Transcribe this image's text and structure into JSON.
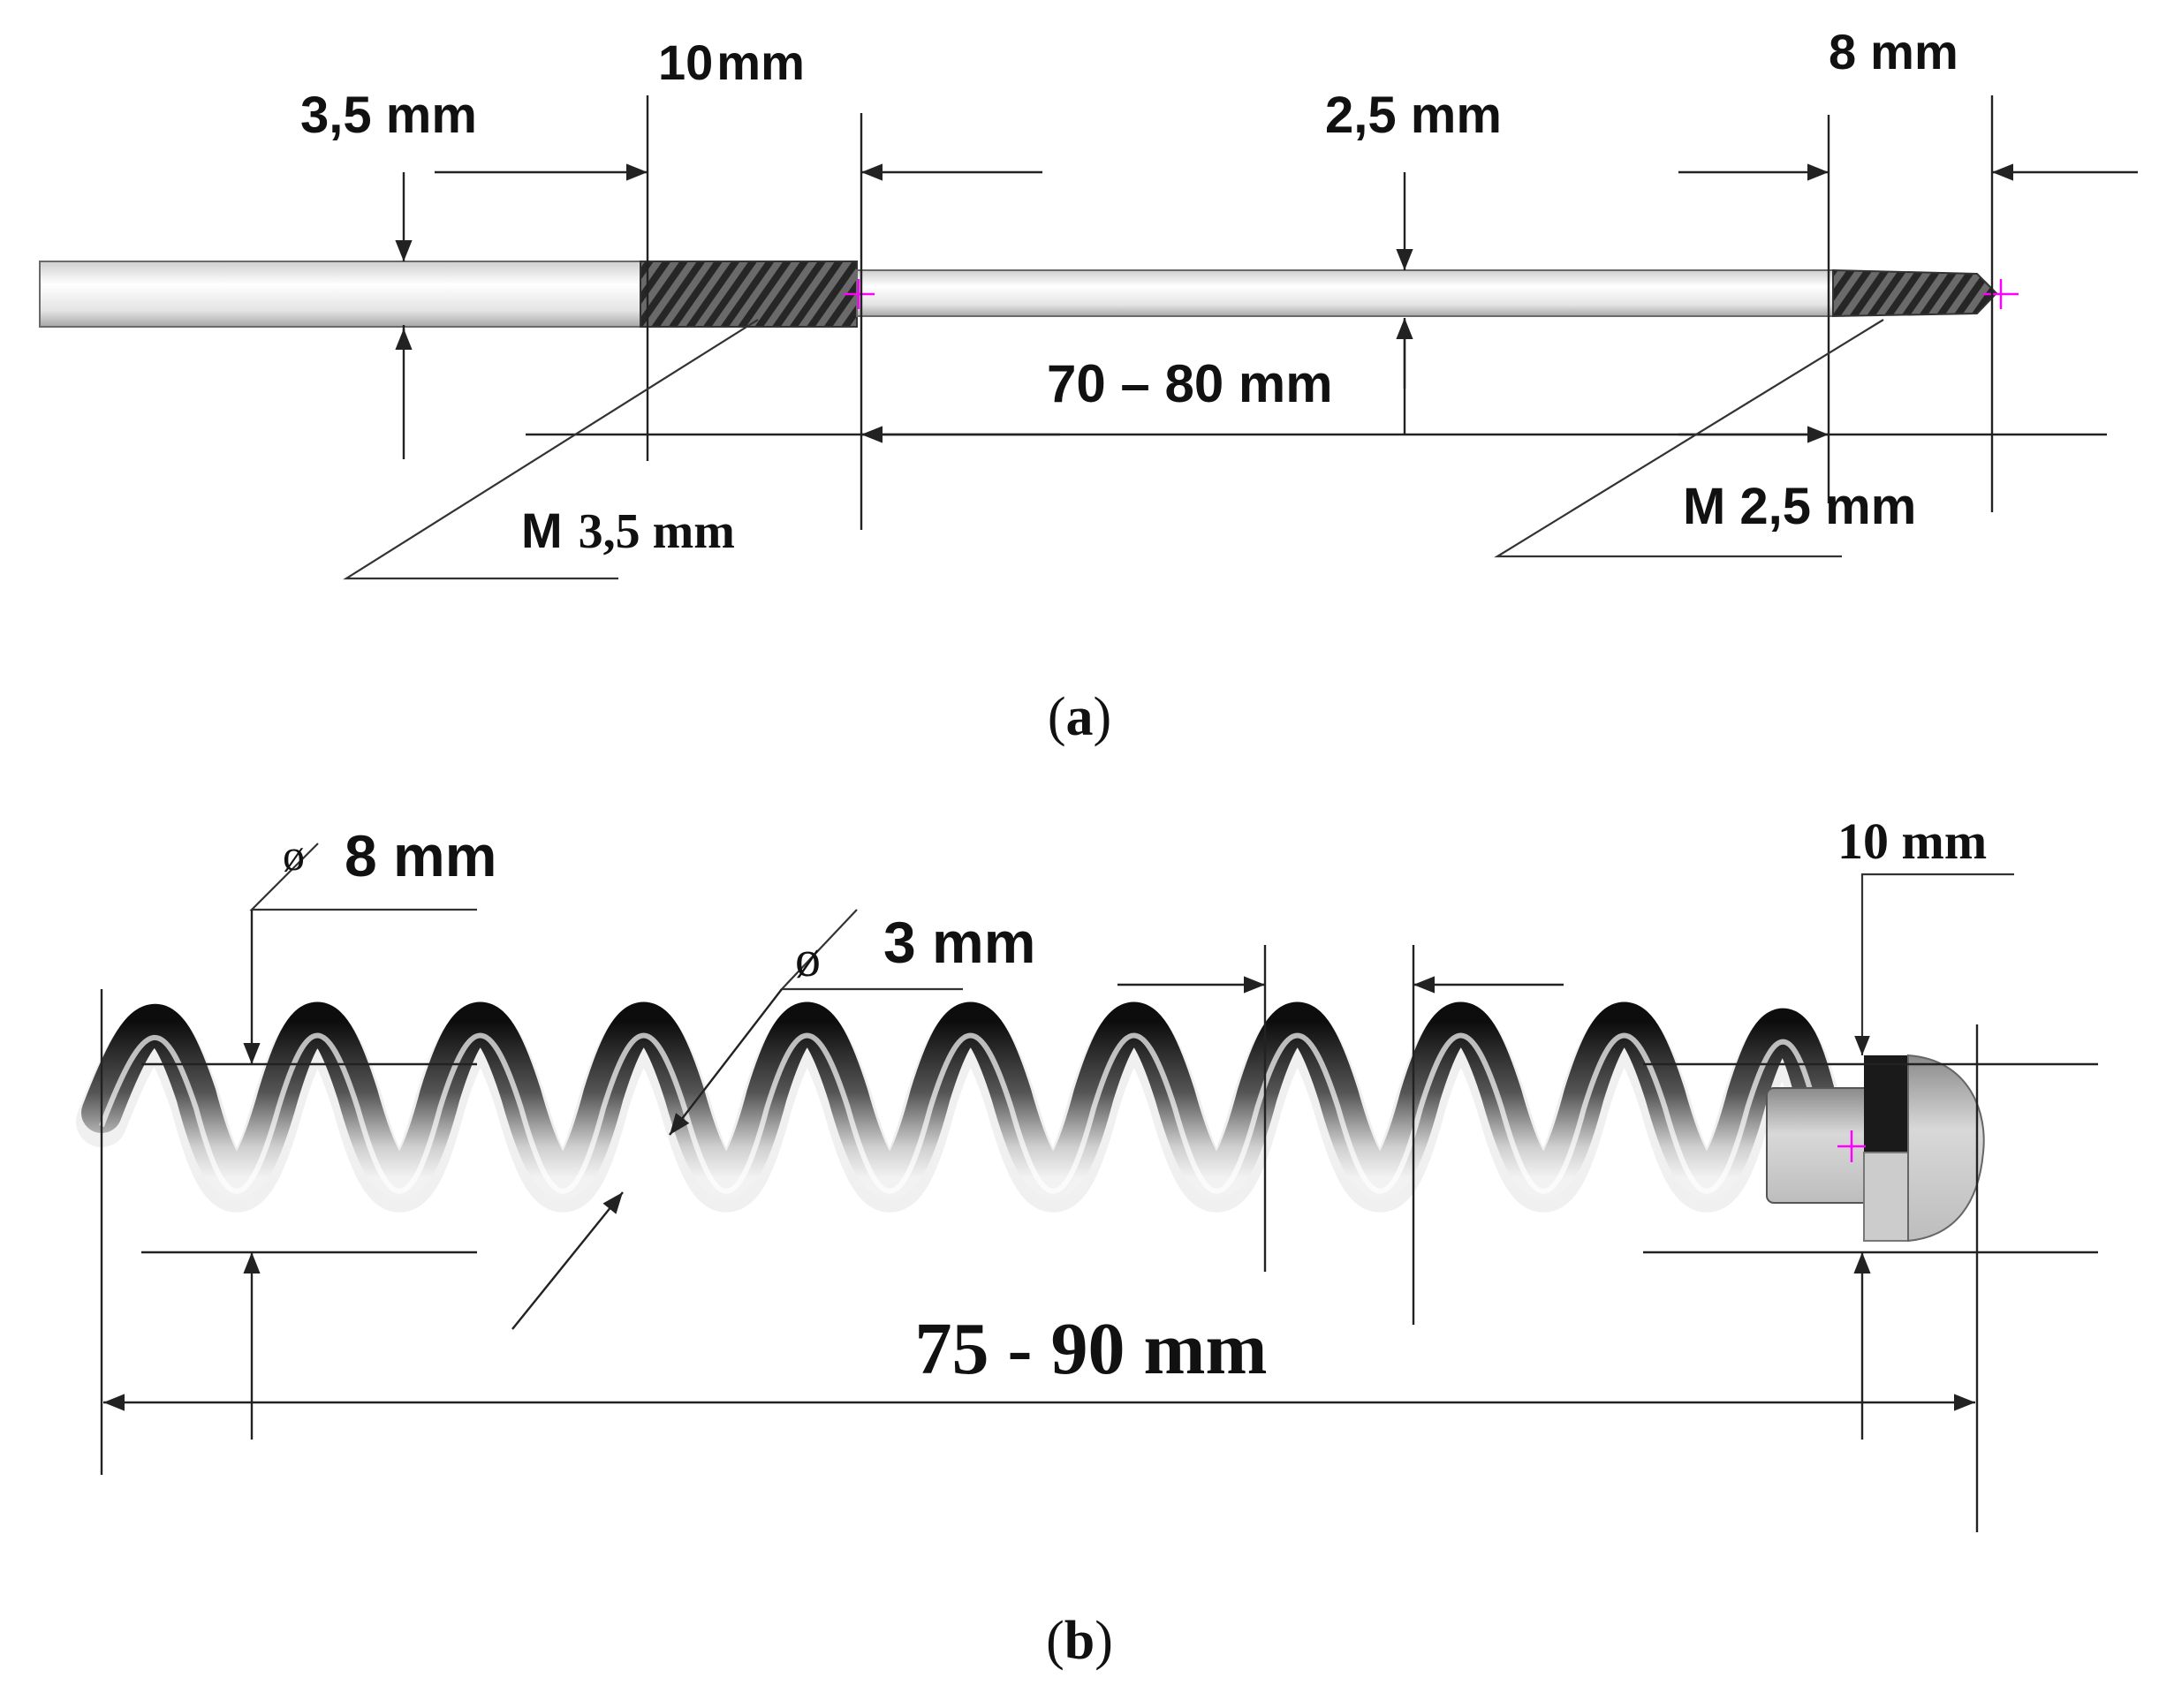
{
  "figure_a": {
    "caption_letter": "a",
    "labels": {
      "rod_diameter": "3,5 mm",
      "thread_length_left": "10",
      "thread_length_left_unit": "mm",
      "shaft_diameter": "2,5 mm",
      "tip_thread_length_num": "8",
      "tip_thread_length_unit": "mm",
      "shaft_length": "70 – 80 mm",
      "left_thread_m": "M",
      "left_thread_size": "3,5 mm",
      "right_thread_spec": "M 2,5 mm"
    }
  },
  "figure_b": {
    "caption_letter": "b",
    "labels": {
      "outer_diameter_symbol": "ø",
      "outer_diameter_value": "8 mm",
      "wire_diameter_symbol": "ø",
      "wire_diameter_value": "3 mm",
      "cap_length": "10 mm",
      "total_length": "75 - 90 mm"
    }
  },
  "colors": {
    "line": "#222222",
    "marker": "#ff00ff",
    "rod_fill": "#e6e6e6",
    "thread_fill": "#4a4a4a",
    "coil_dark": "#111111",
    "coil_light": "#d9d9d9"
  }
}
